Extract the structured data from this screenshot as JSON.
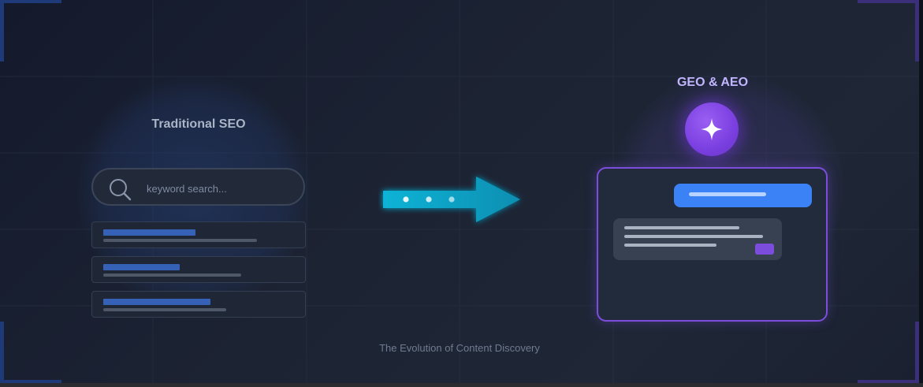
{
  "left_panel": {
    "title": "Traditional SEO",
    "search_placeholder": "keyword search..."
  },
  "right_panel": {
    "title": "GEO & AEO"
  },
  "caption": "The Evolution of Content Discovery",
  "icons": {
    "search": "search-icon",
    "sparkle": "sparkle-icon",
    "arrow": "arrow-right-icon"
  },
  "colors": {
    "accent_blue": "#3b82f6",
    "accent_purple": "#7c4ddc",
    "arrow_cyan": "#0aa4c4",
    "background": "#1c2333"
  }
}
